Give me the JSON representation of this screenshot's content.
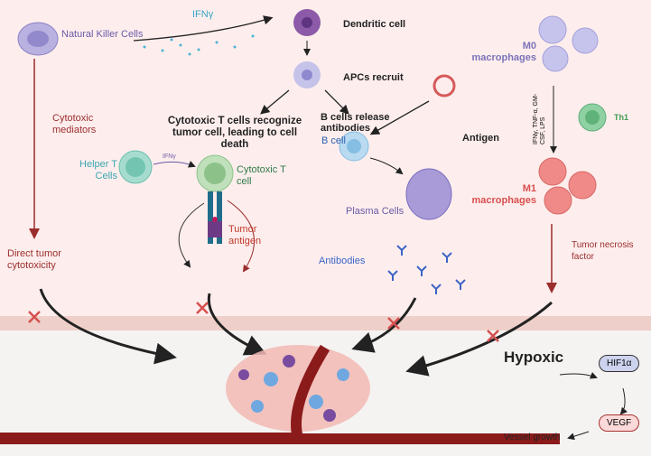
{
  "labels": {
    "nk_cells": "Natural Killer Cells",
    "ifng": "IFNγ",
    "dendritic": "Dendritic cell",
    "apcs": "APCs recruit",
    "m0": "M0 macrophages",
    "cytotoxic_mediators": "Cytotoxic mediators",
    "ctl_recognize": "Cytotoxic T cells recognize tumor cell, leading to cell death",
    "b_release": "B cells release antibodies",
    "antigen": "Antigen",
    "helper_t": "Helper T Cells",
    "ifng_small": "IFNγ",
    "cytotoxic_t": "Cytotoxic T cell",
    "tumor_antigen": "Tumor antigen",
    "b_cell": "B cell",
    "plasma": "Plasma Cells",
    "antibodies": "Antibodies",
    "direct": "Direct tumor cytotoxicity",
    "m0_stimuli": "IFNγ, TNF-α, GM-CSF, LPS",
    "th1": "Th1",
    "m1": "M1 macrophages",
    "tnf": "Tumor necrosis factor",
    "hypoxic": "Hypoxic",
    "hif": "HIF1α",
    "vegf": "VEGF",
    "vessel": "Vessel growth"
  },
  "colors": {
    "nk": "#6b5aa6",
    "ifng": "#3aa6c9",
    "mediators": "#9b2d2d",
    "helper": "#3aa6b0",
    "ctl": "#2f7a4a",
    "m1": "#d94f4f",
    "th1": "#3f9b4f",
    "tumor_antigen": "#c0392b"
  }
}
